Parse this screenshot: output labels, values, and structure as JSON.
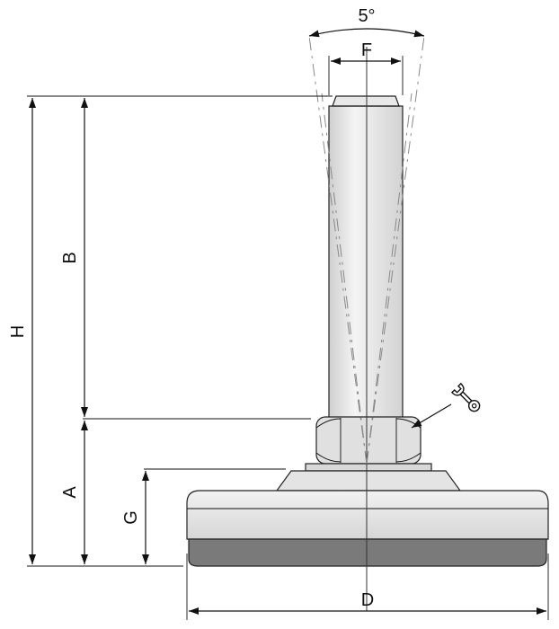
{
  "diagram": {
    "labels": {
      "angle": "5°",
      "F": "F",
      "B": "B",
      "H": "H",
      "A": "A",
      "G": "G",
      "D": "D"
    },
    "colors": {
      "line": "#111111",
      "part_fill": "#e6e6e6",
      "rubber_pad": "#7a7a7a",
      "centerline": "#888888"
    },
    "icons": [
      "wrench-icon"
    ]
  }
}
